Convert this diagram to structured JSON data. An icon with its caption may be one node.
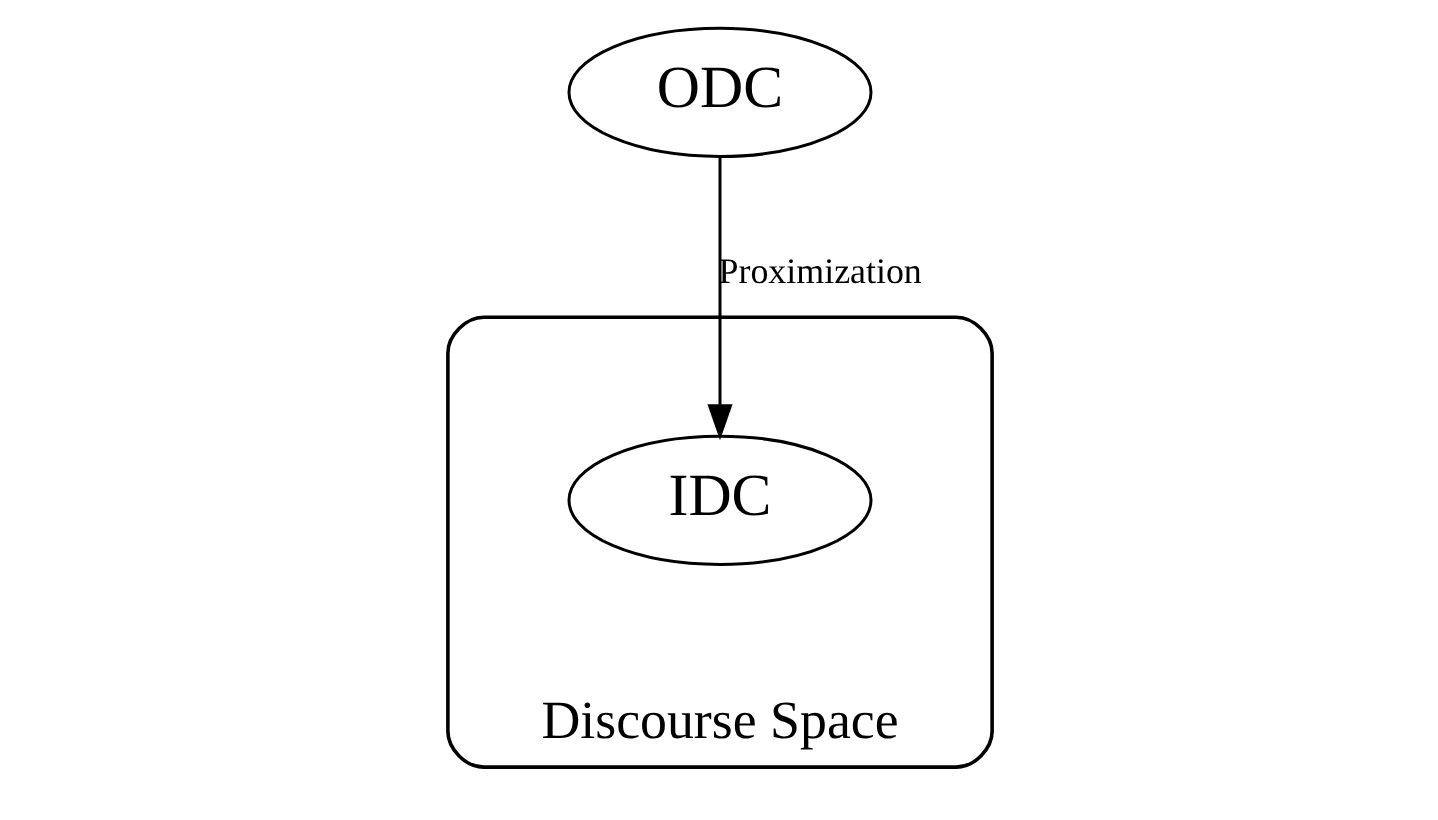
{
  "diagram": {
    "nodes": [
      {
        "text": [
          "Discourse Space"
        ]
      },
      {
        "text": [
          "ODC"
        ]
      },
      {
        "text": [
          "IDC"
        ],
        "in": 0
      }
    ],
    "edges": [
      {
        "from": 1,
        "to": 2,
        "arrow": "to",
        "label": "Proximization"
      }
    ]
  }
}
